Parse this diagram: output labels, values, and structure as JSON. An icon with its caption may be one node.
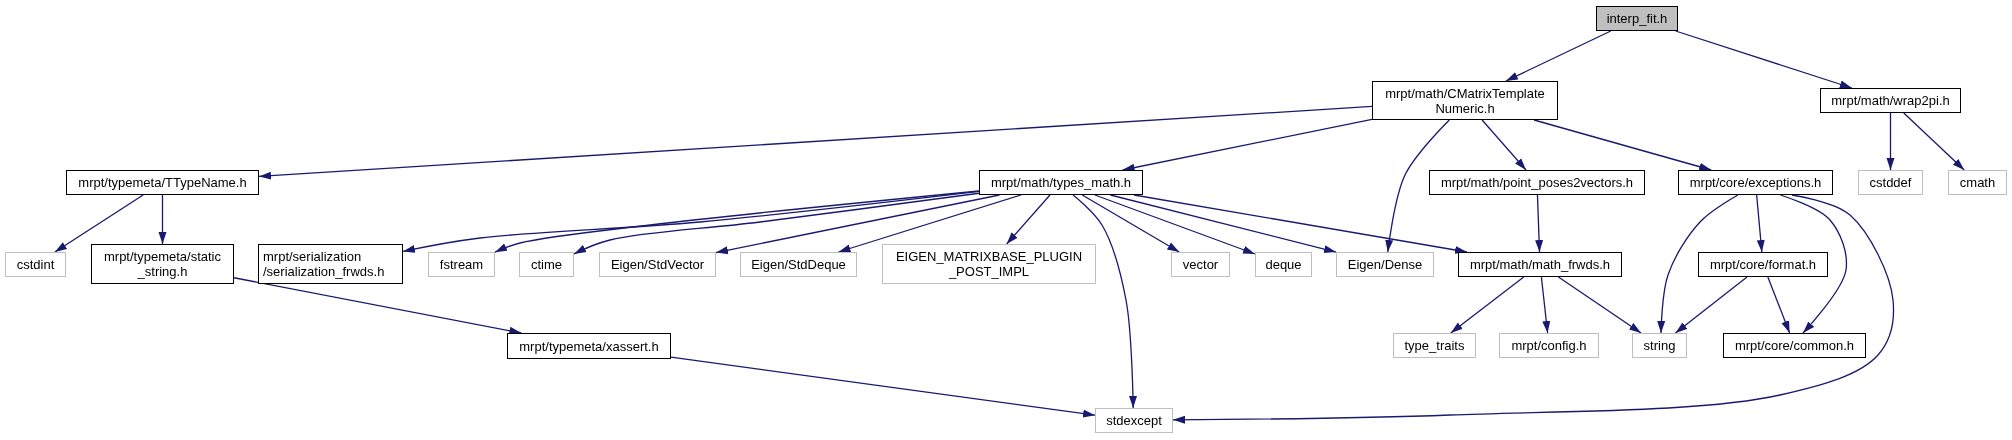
{
  "diagram": {
    "nodes": [
      {
        "text": [
          "interp_fit.h"
        ]
      },
      {
        "text": [
          "mrpt/math/CMatrixTemplate Numeric.h"
        ]
      },
      {
        "text": [
          "mrpt/math/wrap2pi.h"
        ]
      },
      {
        "text": [
          "mrpt/typemeta/TTypeName.h"
        ]
      },
      {
        "text": [
          "mrpt/math/types_math.h"
        ]
      },
      {
        "text": [
          "mrpt/math/point_poses2vectors.h"
        ]
      },
      {
        "text": [
          "mrpt/core/exceptions.h"
        ]
      },
      {
        "text": [
          "cstddef"
        ]
      },
      {
        "text": [
          "cmath"
        ]
      },
      {
        "text": [
          "cstdint"
        ]
      },
      {
        "text": [
          "mrpt/typemeta/static _string.h"
        ]
      },
      {
        "text": [
          "mrpt/serialization /serialization_frwds.h"
        ]
      },
      {
        "text": [
          "fstream"
        ]
      },
      {
        "text": [
          "ctime"
        ]
      },
      {
        "text": [
          "Eigen/StdVector"
        ]
      },
      {
        "text": [
          "Eigen/StdDeque"
        ]
      },
      {
        "text": [
          "EIGEN_MATRIXBASE_PLUGIN _POST_IMPL"
        ]
      },
      {
        "text": [
          "vector"
        ]
      },
      {
        "text": [
          "deque"
        ]
      },
      {
        "text": [
          "Eigen/Dense"
        ]
      },
      {
        "text": [
          "mrpt/math/math_frwds.h"
        ]
      },
      {
        "text": [
          "mrpt/core/format.h"
        ]
      },
      {
        "text": [
          "type_traits"
        ]
      },
      {
        "text": [
          "mrpt/config.h"
        ]
      },
      {
        "text": [
          "string"
        ]
      },
      {
        "text": [
          "mrpt/core/common.h"
        ]
      },
      {
        "text": [
          "mrpt/typemeta/xassert.h"
        ]
      },
      {
        "text": [
          "stdexcept"
        ]
      }
    ],
    "edges": [
      {
        "from": 0,
        "to": 1,
        "arrow": "to"
      },
      {
        "from": 0,
        "to": 2,
        "arrow": "to"
      },
      {
        "from": 1,
        "to": 3,
        "arrow": "to"
      },
      {
        "from": 1,
        "to": 4,
        "arrow": "to"
      },
      {
        "from": 1,
        "to": 19,
        "arrow": "to"
      },
      {
        "from": 1,
        "to": 5,
        "arrow": "to"
      },
      {
        "from": 1,
        "to": 6,
        "arrow": "to"
      },
      {
        "from": 2,
        "to": 7,
        "arrow": "to"
      },
      {
        "from": 2,
        "to": 8,
        "arrow": "to"
      },
      {
        "from": 3,
        "to": 9,
        "arrow": "to"
      },
      {
        "from": 3,
        "to": 10,
        "arrow": "to"
      },
      {
        "from": 4,
        "to": 11,
        "arrow": "to"
      },
      {
        "from": 4,
        "to": 12,
        "arrow": "to"
      },
      {
        "from": 4,
        "to": 13,
        "arrow": "to"
      },
      {
        "from": 4,
        "to": 14,
        "arrow": "to"
      },
      {
        "from": 4,
        "to": 15,
        "arrow": "to"
      },
      {
        "from": 4,
        "to": 16,
        "arrow": "to"
      },
      {
        "from": 4,
        "to": 27,
        "arrow": "to"
      },
      {
        "from": 4,
        "to": 17,
        "arrow": "to"
      },
      {
        "from": 4,
        "to": 18,
        "arrow": "to"
      },
      {
        "from": 4,
        "to": 19,
        "arrow": "to"
      },
      {
        "from": 4,
        "to": 20,
        "arrow": "to"
      },
      {
        "from": 5,
        "to": 20,
        "arrow": "to"
      },
      {
        "from": 6,
        "to": 24,
        "arrow": "to"
      },
      {
        "from": 6,
        "to": 21,
        "arrow": "to"
      },
      {
        "from": 6,
        "to": 25,
        "arrow": "to"
      },
      {
        "from": 6,
        "to": 27,
        "arrow": "to"
      },
      {
        "from": 10,
        "to": 26,
        "arrow": "to"
      },
      {
        "from": 26,
        "to": 27,
        "arrow": "to"
      },
      {
        "from": 20,
        "to": 22,
        "arrow": "to"
      },
      {
        "from": 20,
        "to": 23,
        "arrow": "to"
      },
      {
        "from": 20,
        "to": 24,
        "arrow": "to"
      },
      {
        "from": 21,
        "to": 24,
        "arrow": "to"
      },
      {
        "from": 21,
        "to": 25,
        "arrow": "to"
      }
    ]
  }
}
